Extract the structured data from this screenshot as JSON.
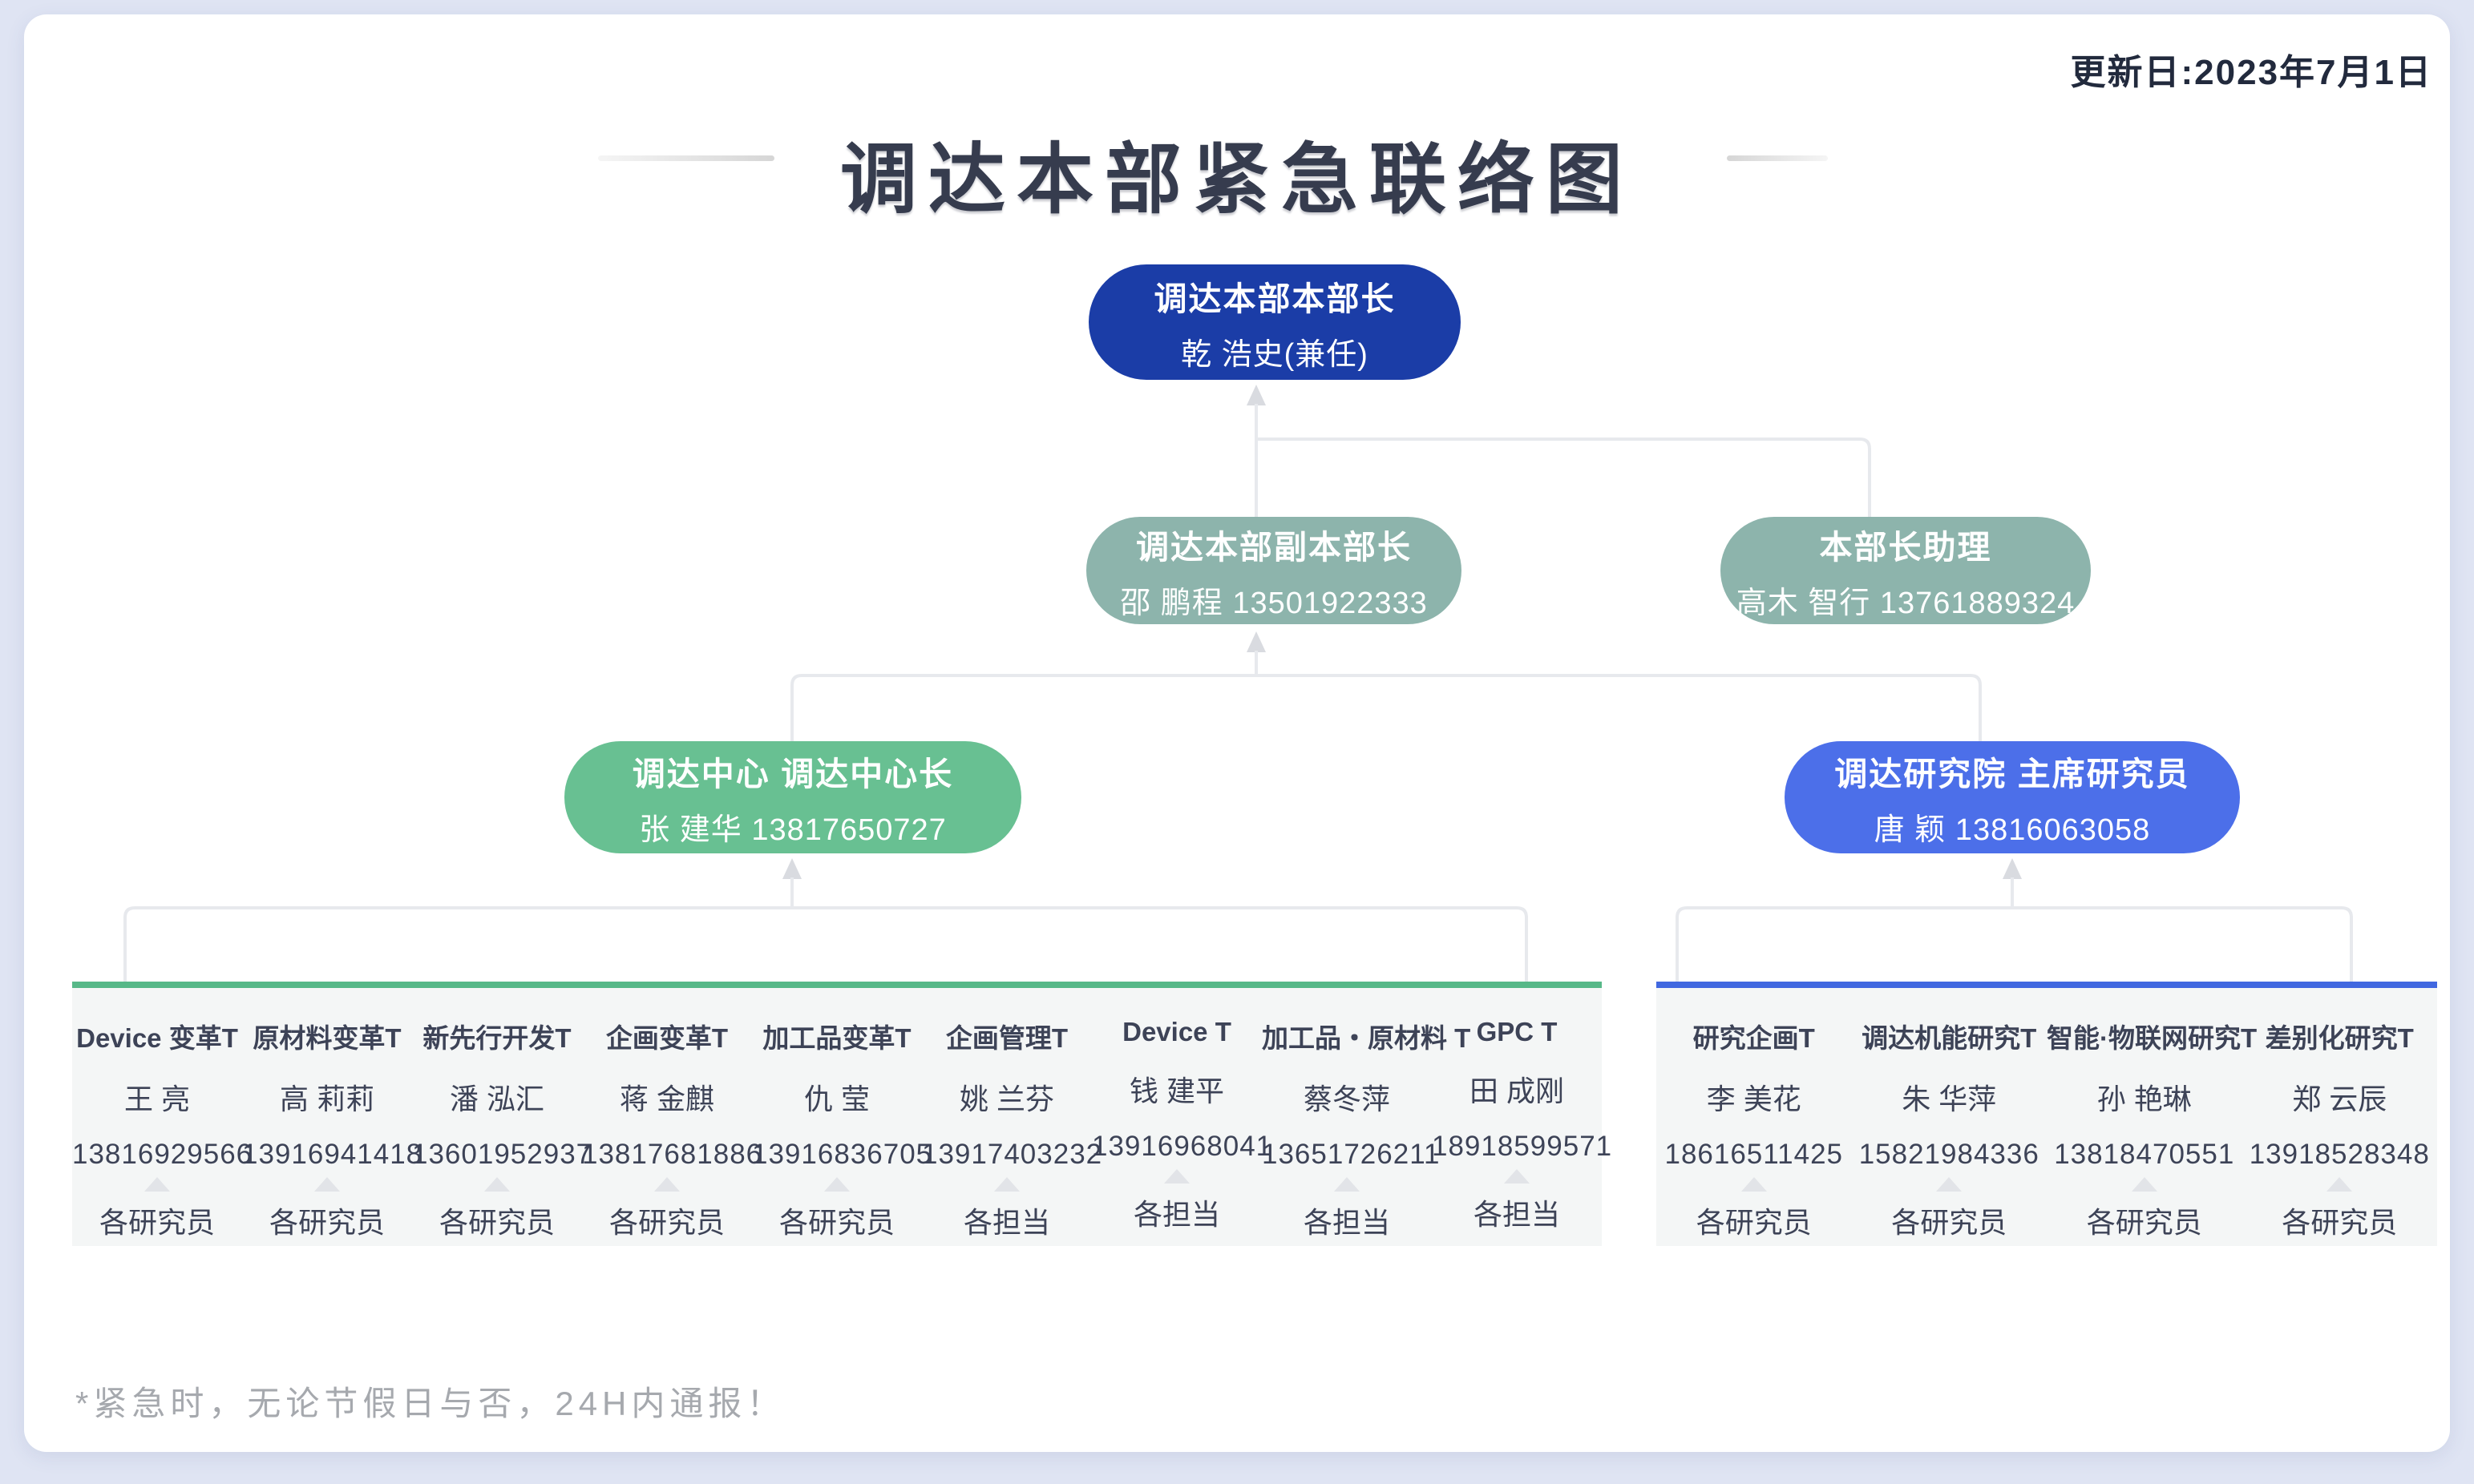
{
  "header": {
    "update_date": "更新日:2023年7月1日",
    "title": "调达本部紧急联络图"
  },
  "org": {
    "level1": {
      "title": "调达本部本部长",
      "person": "乾 浩史(兼任)",
      "color": "#1b3da7"
    },
    "level2": [
      {
        "title": "调达本部副本部长",
        "person": "邵 鹏程 13501922333",
        "color": "#8db4ac"
      },
      {
        "title": "本部长助理",
        "person": "高木 智行 13761889324",
        "color": "#8db4ac"
      }
    ],
    "level3": [
      {
        "title": "调达中心 调达中心长",
        "person": "张 建华 13817650727",
        "color": "#68c092"
      },
      {
        "title": "调达研究院 主席研究员",
        "person": "唐 颖 13816063058",
        "color": "#4c6fe9"
      }
    ]
  },
  "panels": [
    {
      "accent": "#57b888",
      "teams": [
        {
          "name": "Device 变革T",
          "leader": "王 亮",
          "phone": "13816929566",
          "members": "各研究员"
        },
        {
          "name": "原材料变革T",
          "leader": "高 莉莉",
          "phone": "13916941418",
          "members": "各研究员"
        },
        {
          "name": "新先行开发T",
          "leader": "潘 泓汇",
          "phone": "13601952937",
          "members": "各研究员"
        },
        {
          "name": "企画变革T",
          "leader": "蒋 金麒",
          "phone": "13817681886",
          "members": "各研究员"
        },
        {
          "name": "加工品变革T",
          "leader": "仇 莹",
          "phone": "13916836705",
          "members": "各研究员"
        },
        {
          "name": "企画管理T",
          "leader": "姚 兰芬",
          "phone": "13917403232",
          "members": "各担当"
        },
        {
          "name": "Device T",
          "leader": "钱 建平",
          "phone": "13916968041",
          "members": "各担当"
        },
        {
          "name": "加工品・原材料 T",
          "leader": "蔡冬萍",
          "phone": "13651726211",
          "members": "各担当"
        },
        {
          "name": "GPC T",
          "leader": "田 成刚",
          "phone": "18918599571",
          "members": "各担当"
        }
      ]
    },
    {
      "accent": "#4168e0",
      "teams": [
        {
          "name": "研究企画T",
          "leader": "李 美花",
          "phone": "18616511425",
          "members": "各研究员"
        },
        {
          "name": "调达机能研究T",
          "leader": "朱 华萍",
          "phone": "15821984336",
          "members": "各研究员"
        },
        {
          "name": "智能·物联网研究T",
          "leader": "孙 艳琳",
          "phone": "13818470551",
          "members": "各研究员"
        },
        {
          "name": "差别化研究T",
          "leader": "郑 云辰",
          "phone": "13918528348",
          "members": "各研究员"
        }
      ]
    }
  ],
  "footnote": "*紧急时，无论节假日与否，24H内通报！"
}
